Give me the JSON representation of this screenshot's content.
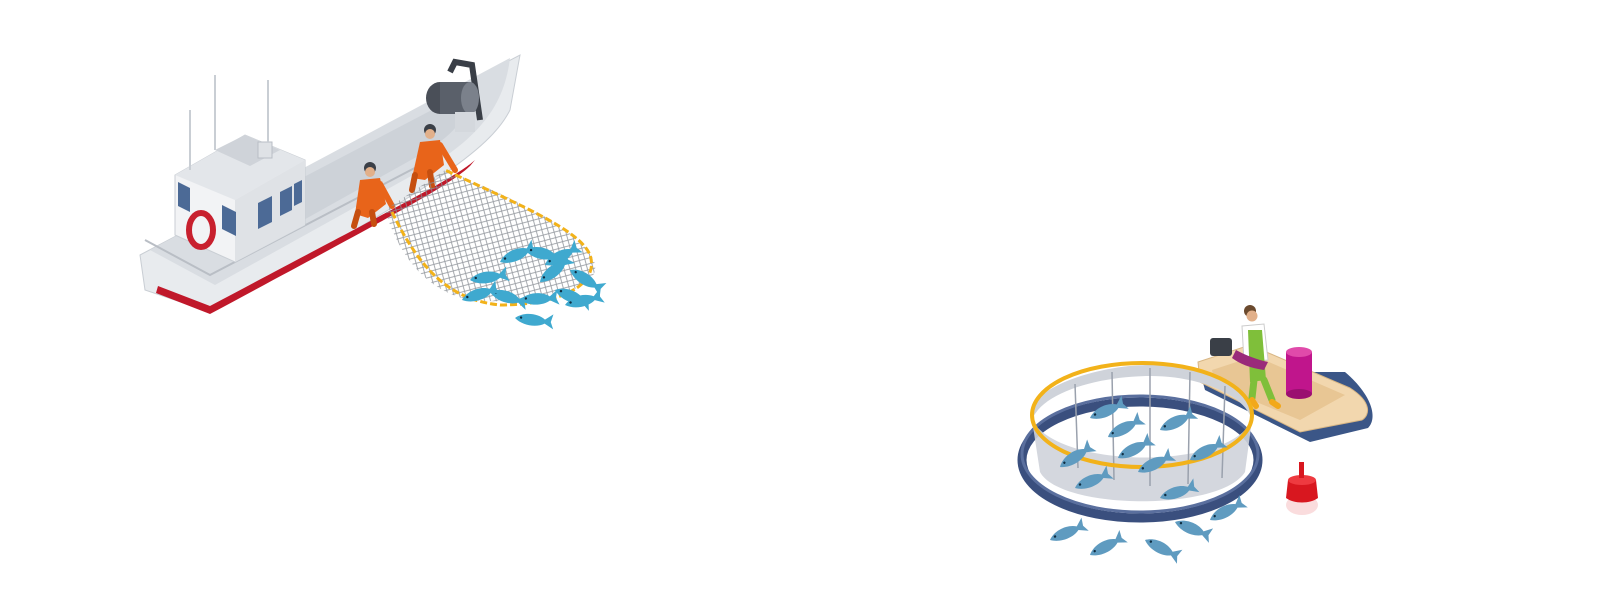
{
  "scene": {
    "background": "#ffffff",
    "illustrations": [
      {
        "name": "fishing-trawler",
        "colors": {
          "hull": "#e8ebee",
          "hull_shadow": "#c9ced4",
          "hull_stripe": "#c0182a",
          "cabin_window": "#4c6a96",
          "life_ring": "#c8202e",
          "fisherman_suit": "#e8641a",
          "net_float": "#f2b21a",
          "net_mesh": "#8a8f96",
          "fish": "#3fa9cf"
        },
        "crew_count": 2
      },
      {
        "name": "fish-farm-cage",
        "colors": {
          "float_ring": "#3a4f7e",
          "top_ring": "#f2b21a",
          "cage_wall": "#cfd3da",
          "fish": "#5f9bc0",
          "boat_deck": "#f2d7ae",
          "boat_hull": "#3b5687",
          "barrel": "#c0158c",
          "worker_apron": "#7fbf3a",
          "buoy": "#d8171f"
        },
        "crew_count": 1
      }
    ]
  }
}
